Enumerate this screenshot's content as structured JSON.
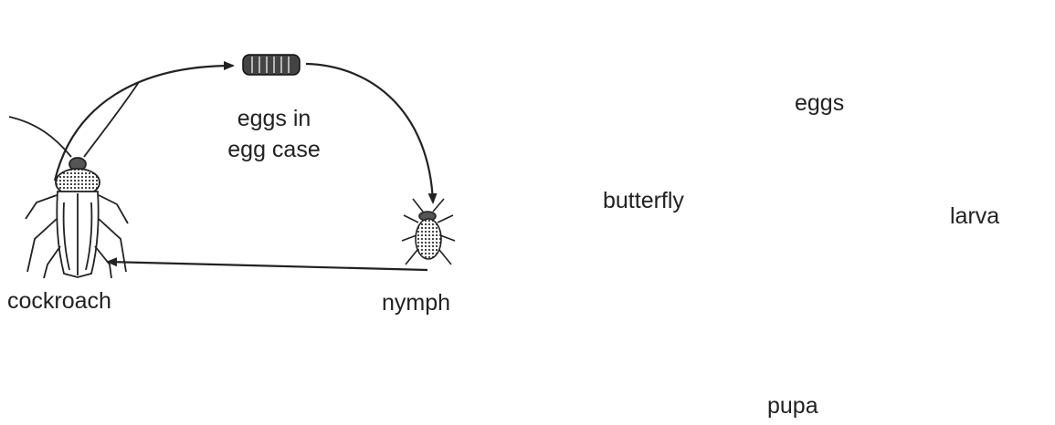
{
  "cockroach_cycle": {
    "labels": {
      "eggs": "eggs in egg case",
      "eggs_line1": "eggs in",
      "eggs_line2": "egg case",
      "nymph": "nymph",
      "adult": "cockroach"
    }
  },
  "butterfly_cycle": {
    "labels": {
      "eggs": "eggs",
      "larva": "larva",
      "pupa": "pupa",
      "adult": "butterfly"
    }
  },
  "colors": {
    "ink": "#222222",
    "fill_light": "#d9d9d9",
    "fill_dark": "#555555"
  }
}
